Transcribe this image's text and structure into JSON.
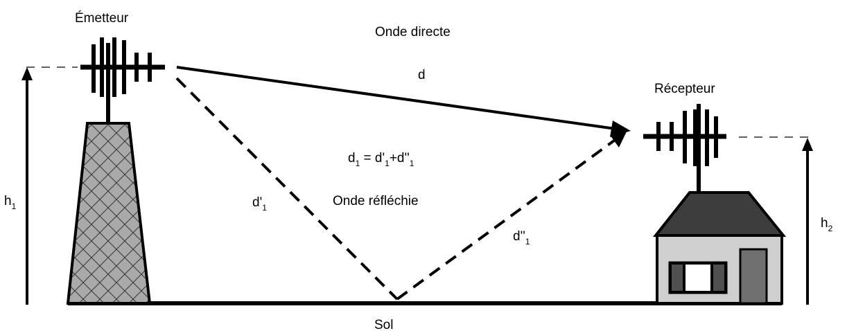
{
  "labels": {
    "emitter": "Émetteur",
    "receiver": "Récepteur",
    "direct_wave": "Onde directe",
    "reflected_wave": "Onde réfléchie",
    "ground": "Sol",
    "direct_distance": "d"
  },
  "formula": {
    "lhs": "d",
    "lhs_sub": "1",
    "eq": " = d'",
    "term1_sub": "1",
    "plus": "+d''",
    "term2_sub": "1"
  },
  "segment_labels": {
    "first_leg": "d'",
    "first_leg_sub": "1",
    "second_leg": "d''",
    "second_leg_sub": "1"
  },
  "heights": {
    "h1": "h",
    "h1_sub": "1",
    "h2": "h",
    "h2_sub": "2"
  },
  "colors": {
    "line": "#000000",
    "tower_fill": "#a9a9a9",
    "roof": "#3d3d3d",
    "wall": "#cfcfcf",
    "door": "#6f6f6f",
    "shutter": "#505050",
    "window": "#ffffff"
  }
}
